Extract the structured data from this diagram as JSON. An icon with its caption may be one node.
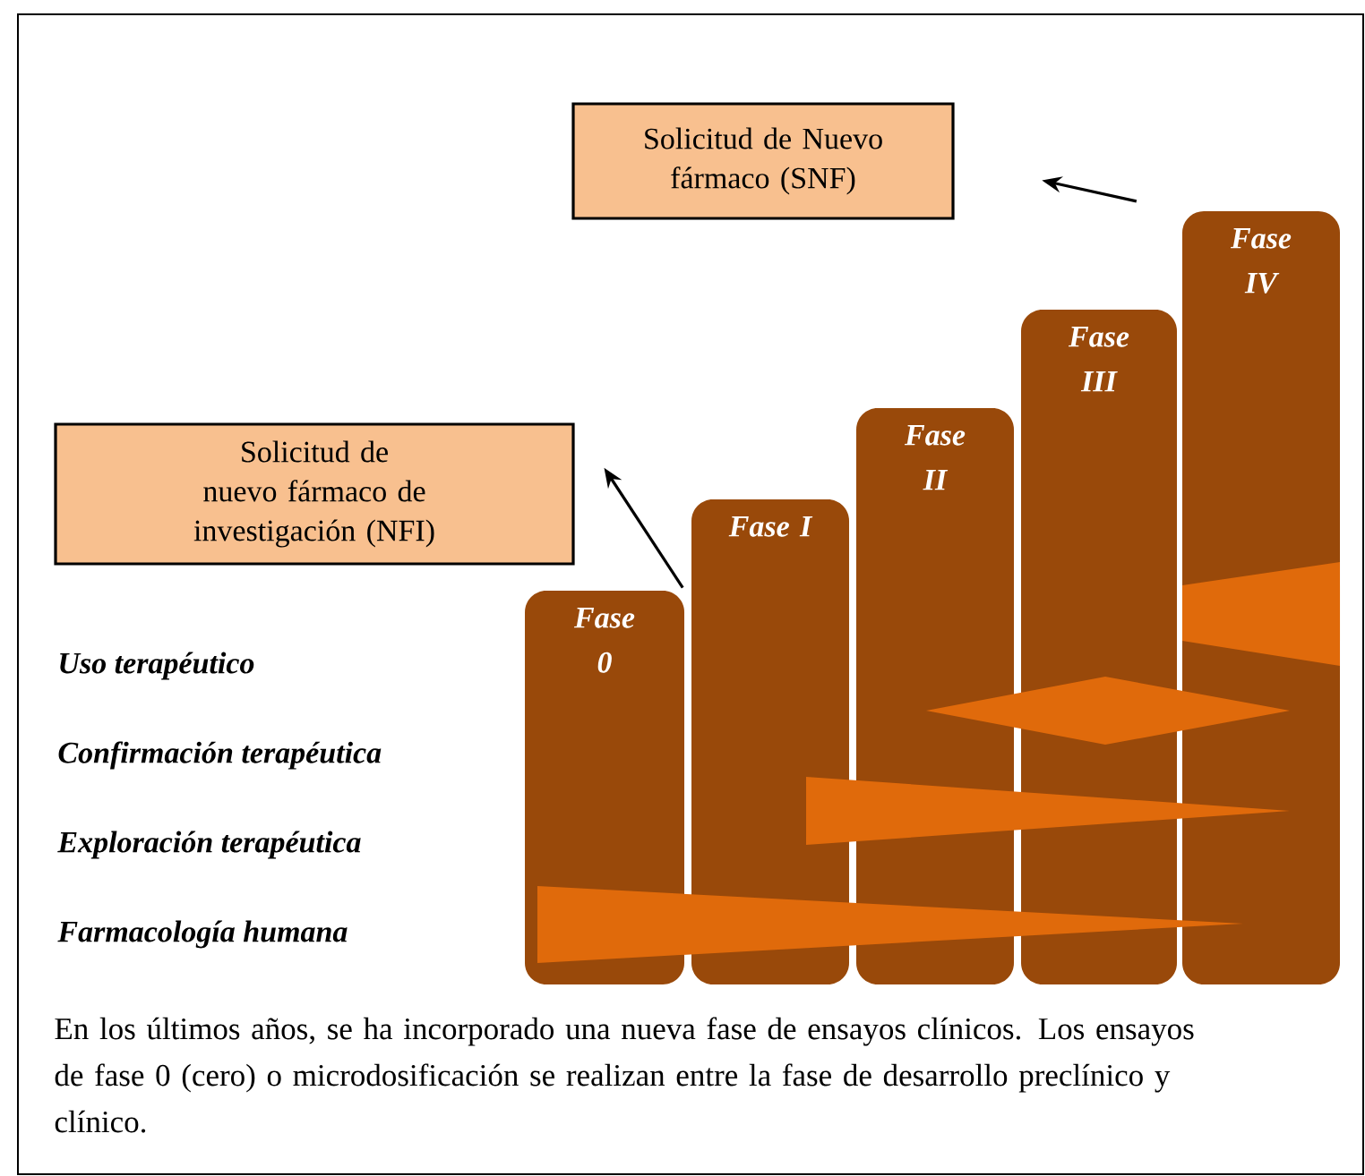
{
  "diagram": {
    "caption": "En los últimos años, se ha incorporado una nueva fase de ensayos clínicos. Los ensayos de fase 0 (cero) o microdosificación se realizan entre la fase de desarrollo preclínico y clínico.",
    "nodes": [
      {
        "text": [
          "Solicitud de nuevo fármaco de investigación (NFI)"
        ]
      },
      {
        "text": [
          "Solicitud de Nuevo fármaco (SNF)"
        ]
      },
      {
        "text": [
          "Fase 0"
        ]
      },
      {
        "text": [
          "Fase I"
        ]
      },
      {
        "text": [
          "Fase II"
        ]
      },
      {
        "text": [
          "Fase III"
        ]
      },
      {
        "text": [
          "Fase IV"
        ]
      }
    ],
    "edges": [
      {
        "from": 2,
        "to": 0,
        "arrow": "to"
      },
      {
        "from": 6,
        "to": 1,
        "arrow": "to"
      }
    ],
    "labels": [
      "Uso terapéutico",
      "Confirmación terapéutica",
      "Exploración terapéutica",
      "Farmacología humana"
    ]
  }
}
